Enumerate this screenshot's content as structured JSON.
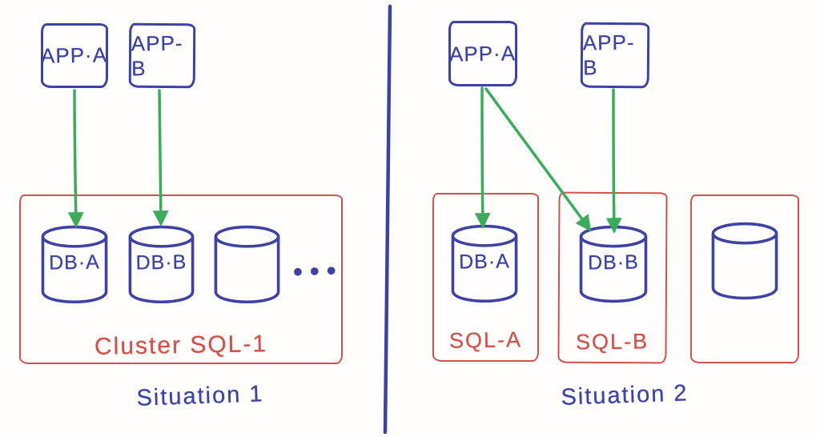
{
  "colors": {
    "ink_blue": "#3d43a2",
    "ink_red": "#d0524c",
    "ink_green": "#3cab5c",
    "paper": "#fffefc"
  },
  "situation1": {
    "title": "Situation 1",
    "app_a": "APP·A",
    "app_b": "APP-B",
    "cluster_label": "Cluster SQL-1",
    "db_a": "DB·A",
    "db_b": "DB·B",
    "ellipsis": "•••",
    "connections": [
      {
        "from": "APP·A",
        "to": "DB·A"
      },
      {
        "from": "APP-B",
        "to": "DB·B"
      }
    ]
  },
  "situation2": {
    "title": "Situation 2",
    "app_a": "APP·A",
    "app_b": "APP-B",
    "sql_a": "SQL-A",
    "sql_b": "SQL-B",
    "db_a": "DB·A",
    "db_b": "DB·B",
    "connections": [
      {
        "from": "APP·A",
        "to": "DB·A"
      },
      {
        "from": "APP·A",
        "to": "DB·B"
      },
      {
        "from": "APP-B",
        "to": "DB·B"
      }
    ]
  }
}
